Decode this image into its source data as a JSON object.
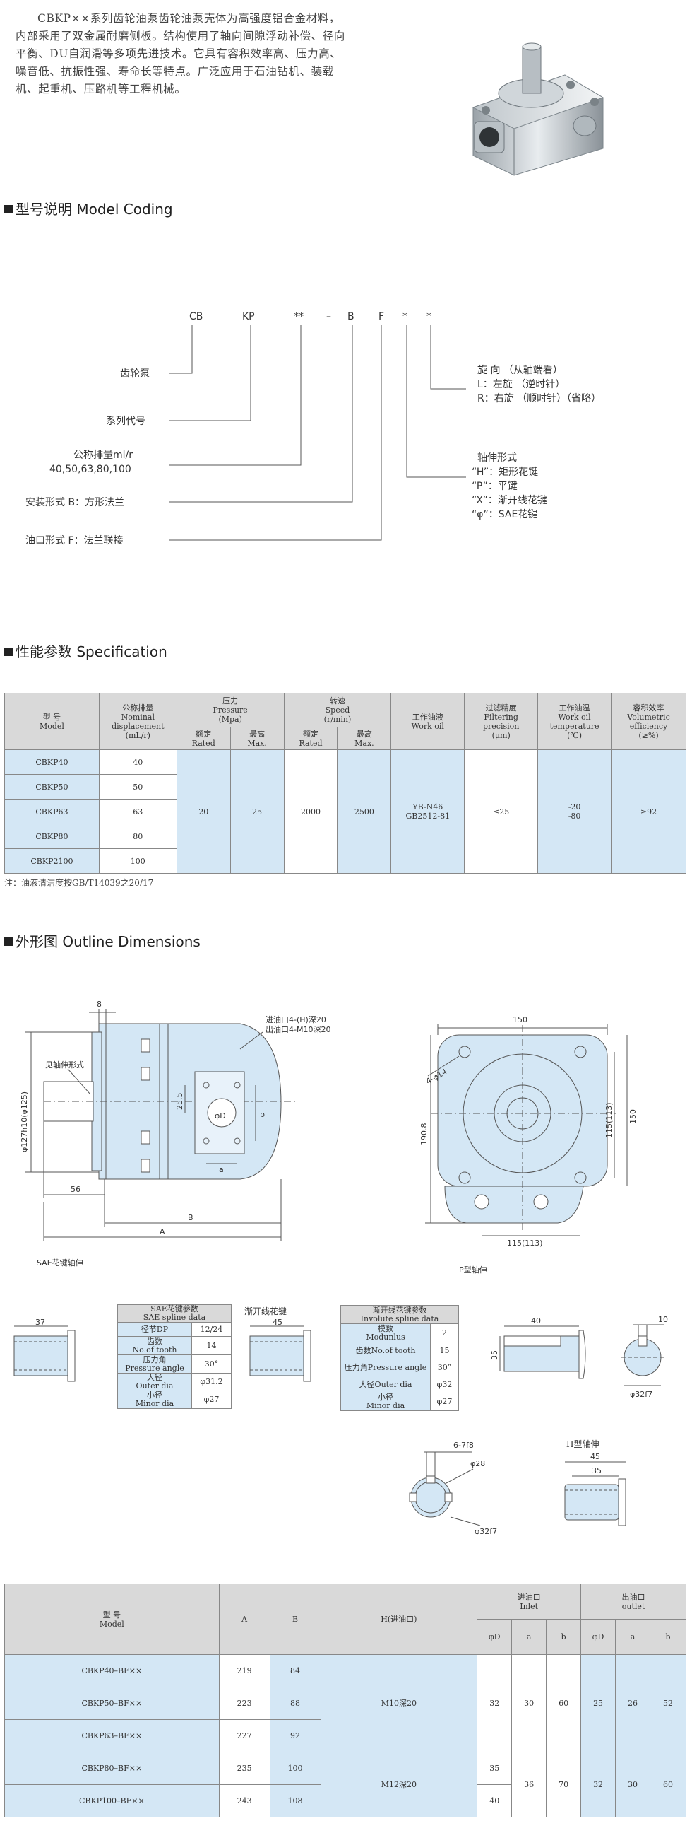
{
  "intro": "CBKP××系列齿轮油泵齿轮油泵壳体为高强度铝合金材料，内部采用了双金属耐磨侧板。结构使用了轴向间隙浮动补偿、径向平衡、DU自润滑等多项先进技术。它具有容积效率高、压力高、噪音低、抗振性强、寿命长等特点。广泛应用于石油钻机、装载机、起重机、压路机等工程机械。",
  "sections": {
    "model_coding": "型号说明 Model Coding",
    "spec": "性能参数 Specification",
    "outline": "外形图 Outline Dimensions"
  },
  "coding": {
    "codes": [
      "CB",
      "KP",
      "**",
      "–",
      "B",
      "F",
      "*",
      "*"
    ],
    "left": [
      "齿轮泵",
      "系列代号",
      "公称排量ml/r",
      "40,50,63,80,100",
      "安装形式 B：方形法兰",
      "油口形式 F：法兰联接"
    ],
    "rotation": [
      "旋  向 （从轴端看）",
      "L：左旋 （逆时针）",
      "R：右旋 （顺时针）（省略）"
    ],
    "shaft": [
      "轴伸形式",
      "“H”：矩形花键",
      "“P”：平键",
      "“X”：渐开线花键",
      "“φ”：SAE花键"
    ]
  },
  "spec": {
    "h_model": "型 号",
    "h_model_en": "Model",
    "h_disp": "公称排量",
    "h_disp_en1": "Nominal",
    "h_disp_en2": "displacement",
    "h_disp_unit": "(mL/r)",
    "h_press": "压力",
    "h_press_en": "Pressure",
    "h_press_unit": "(Mpa)",
    "h_speed": "转速",
    "h_speed_en": "Speed",
    "h_speed_unit": "(r/min)",
    "h_rated": "额定",
    "h_rated_en": "Rated",
    "h_max": "最高",
    "h_max_en": "Max.",
    "h_oil": "工作油液",
    "h_oil_en": "Work oil",
    "h_filter": "过滤精度",
    "h_filter_en1": "Filtering",
    "h_filter_en2": "precision",
    "h_filter_unit": "(μm)",
    "h_temp": "工作油温",
    "h_temp_en1": "Work oil",
    "h_temp_en2": "temperature",
    "h_temp_unit": "(℃)",
    "h_eff": "容积效率",
    "h_eff_en1": "Volumetric",
    "h_eff_en2": "efficiency",
    "h_eff_unit": "(≥%)",
    "rows": [
      {
        "model": "CBKP40",
        "disp": "40"
      },
      {
        "model": "CBKP50",
        "disp": "50"
      },
      {
        "model": "CBKP63",
        "disp": "63"
      },
      {
        "model": "CBKP80",
        "disp": "80"
      },
      {
        "model": "CBKP2100",
        "disp": "100"
      }
    ],
    "p_rated": "20",
    "p_max": "25",
    "s_rated": "2000",
    "s_max": "2500",
    "oil1": "YB-N46",
    "oil2": "GB2512-81",
    "filter": "≤25",
    "temp1": "-20",
    "temp2": "-80",
    "eff": "≥92",
    "note": "注：油液清洁度按GB/T14039之20/17"
  },
  "outline": {
    "side": {
      "dim8": "8",
      "port_in": "进油口4-(H)深20",
      "port_out": "出油口4-M10深20",
      "shaft_form": "见轴伸形式",
      "dia_shaft": "φ127h10(φ125)",
      "dim25": "25.5",
      "phiD": "φD",
      "b": "b",
      "a": "a",
      "B": "B",
      "A": "A",
      "dim56": "56",
      "caption": "SAE花键轴伸"
    },
    "front": {
      "w150": "150",
      "holes": "4-φ14",
      "h190": "190.8",
      "h115": "115(113)",
      "h150": "150",
      "w115": "115(113)",
      "caption": "P型轴伸"
    },
    "sae_shaft_len": "37",
    "sae_table": {
      "title": "SAE花键参数",
      "title_en": "SAE spline data",
      "rows": [
        {
          "k1": "径节DP",
          "k2": "",
          "v": "12/24"
        },
        {
          "k1": "齿数",
          "k2": "No.of tooth",
          "v": "14"
        },
        {
          "k1": "压力角",
          "k2": "Pressure angle",
          "v": "30°"
        },
        {
          "k1": "大径",
          "k2": "Outer dia",
          "v": "φ31.2"
        },
        {
          "k1": "小径",
          "k2": "Minor dia",
          "v": "φ27"
        }
      ]
    },
    "inv_title": "渐开线花键",
    "inv_shaft_len": "45",
    "inv_table": {
      "title": "渐开线花键参数",
      "title_en": "Involute spline data",
      "rows": [
        {
          "k1": "模数",
          "k2": "Modunlus",
          "v": "2"
        },
        {
          "k1": "齿数No.of tooth",
          "k2": "",
          "v": "15"
        },
        {
          "k1": "压力角Pressure angle",
          "k2": "",
          "v": "30°"
        },
        {
          "k1": "大径Outer dia",
          "k2": "",
          "v": "φ32"
        },
        {
          "k1": "小径",
          "k2": "Minor dia",
          "v": "φ27"
        }
      ]
    },
    "key_shaft": {
      "len": "40",
      "h": "35",
      "w": "10",
      "dia": "φ32f7"
    },
    "rect_spline": {
      "w": "6-7f8",
      "d1": "φ28",
      "d2": "φ32f7"
    },
    "h_shaft": {
      "title": "H型轴伸",
      "l1": "45",
      "l2": "35"
    }
  },
  "dims": {
    "h_model": "型 号",
    "h_model_en": "Model",
    "h_A": "A",
    "h_B": "B",
    "h_H": "H(进油口)",
    "h_inlet": "进油口",
    "h_inlet_en": "Inlet",
    "h_outlet": "出油口",
    "h_outlet_en": "outlet",
    "h_phiD": "φD",
    "h_a": "a",
    "h_b": "b",
    "rows": [
      {
        "model": "CBKP40–BF××",
        "A": "219",
        "B": "84"
      },
      {
        "model": "CBKP50–BF××",
        "A": "223",
        "B": "88"
      },
      {
        "model": "CBKP63–BF××",
        "A": "227",
        "B": "92"
      },
      {
        "model": "CBKP80–BF××",
        "A": "235",
        "B": "100"
      },
      {
        "model": "CBKP100–BF××",
        "A": "243",
        "B": "108"
      }
    ],
    "H1": "M10深20",
    "H2": "M12深20",
    "in_D1": "32",
    "in_a1": "30",
    "in_b1": "60",
    "in_D2": "35",
    "in_D3": "40",
    "in_a2": "36",
    "in_b2": "70",
    "out_D1": "25",
    "out_a1": "26",
    "out_b1": "52",
    "out_D2": "32",
    "out_a2": "30",
    "out_b2": "60"
  }
}
